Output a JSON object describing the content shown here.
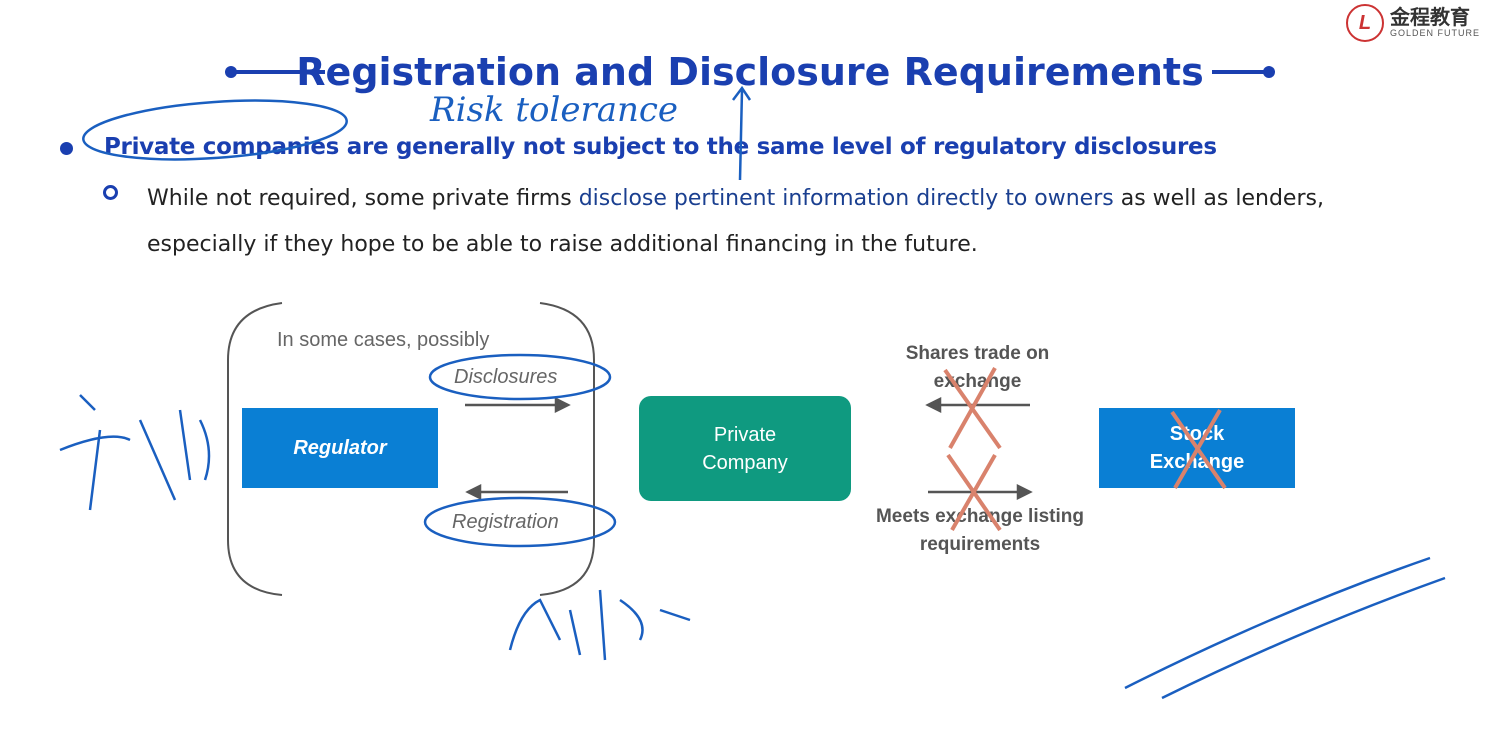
{
  "logo": {
    "chinese": "金程教育",
    "english": "GOLDEN FUTURE",
    "mark": "L"
  },
  "title": "Registration and Disclosure Requirements",
  "bullet": "Private companies are generally not subject to the same level of regulatory disclosures",
  "sub": {
    "pre": "While not required, some private firms ",
    "highlight": "disclose pertinent information directly to owners",
    "post": " as well as lenders, especially if they hope to be able to raise additional financing in the future."
  },
  "diagram": {
    "bracket_caption": "In some cases, possibly",
    "disclosures": "Disclosures",
    "registration": "Registration",
    "regulator": "Regulator",
    "private_company": "Private Company",
    "shares_trade": "Shares trade on exchange",
    "meets_listing": "Meets exchange listing requirements",
    "stock_exchange": "Stock Exchange"
  },
  "annotations": {
    "risk": "Risk tolerance"
  },
  "colors": {
    "title": "#1a3fb0",
    "regulator": "#0a7fd4",
    "private_company": "#0f9a80",
    "cross": "#d9826c",
    "ink": "#1a5fc0"
  }
}
